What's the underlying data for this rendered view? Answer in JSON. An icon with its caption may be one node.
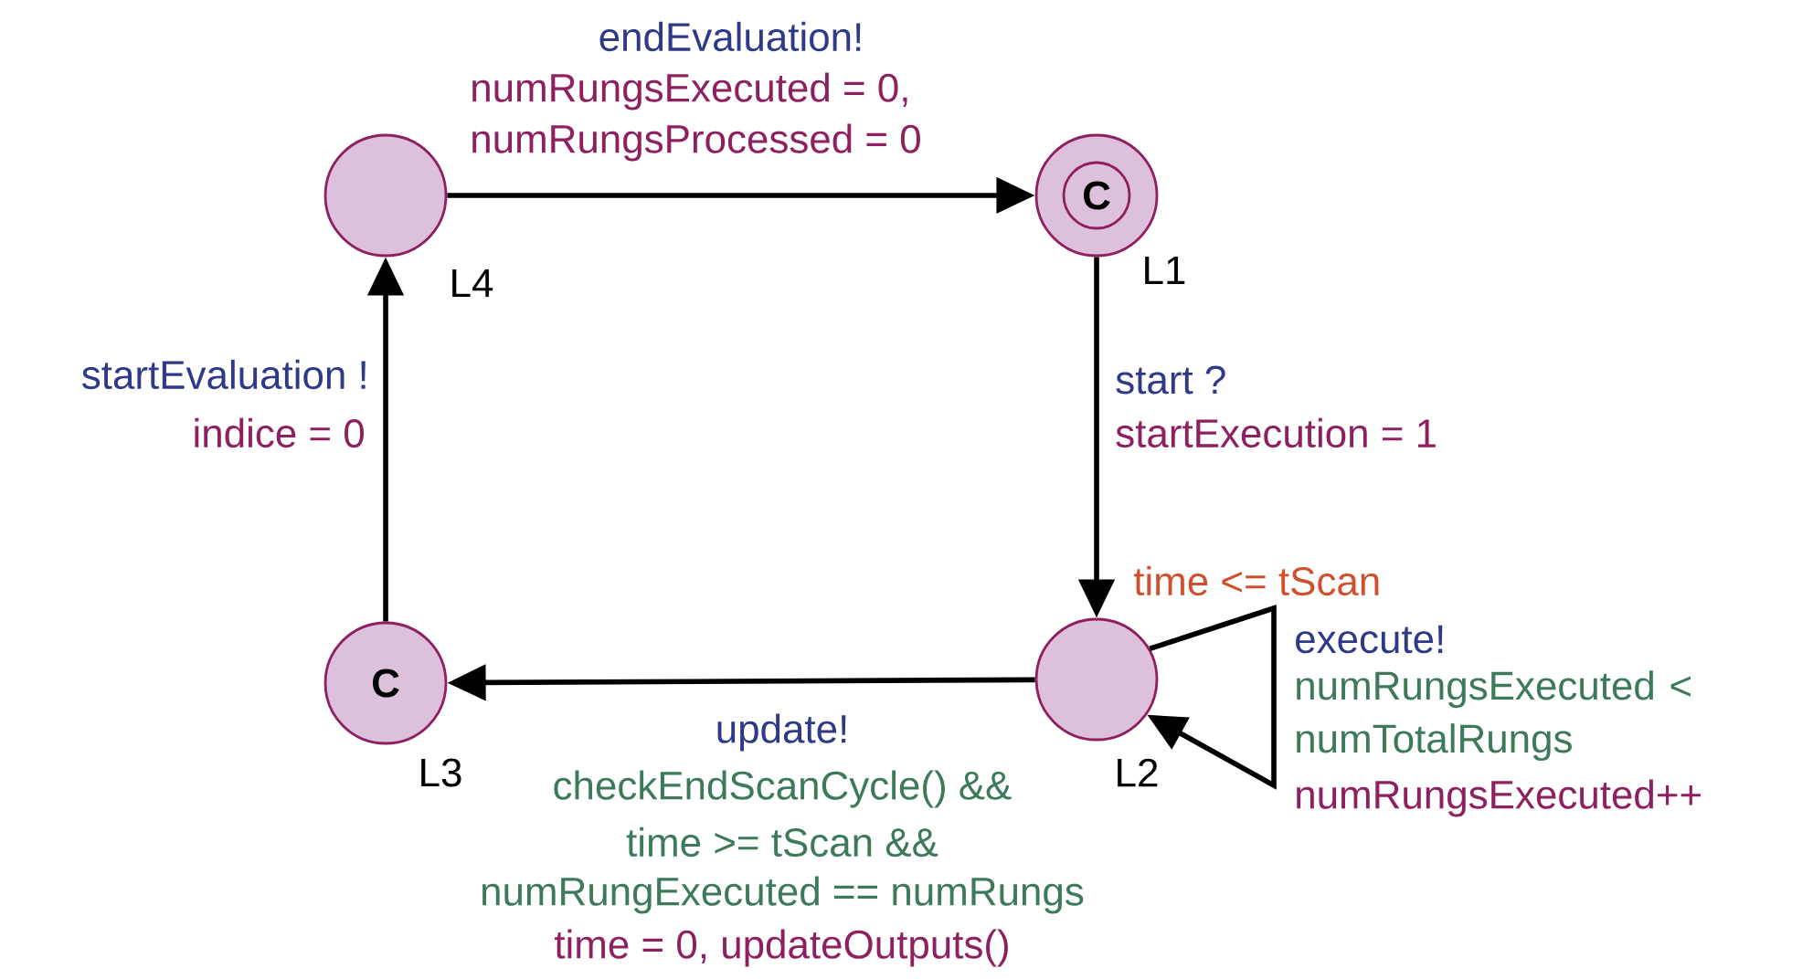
{
  "diagram": {
    "nodes": [
      {
        "text": [],
        "shape": "circle",
        "beside": [
          "L4"
        ]
      },
      {
        "text": [
          "C"
        ],
        "beside": [
          "L1"
        ]
      },
      {
        "text": [],
        "shape": "circle",
        "beside": [
          "L2",
          "time <= tScan"
        ]
      },
      {
        "text": [
          "C"
        ],
        "beside": [
          "L3"
        ]
      }
    ],
    "edges": [
      {
        "from": 0,
        "to": 1,
        "arrow": "to",
        "label": "endEvaluation!"
      },
      {
        "from": 1,
        "to": 2,
        "arrow": "to",
        "label": "start ?"
      },
      {
        "from": 2,
        "to": 2,
        "arrow": "to",
        "label": "execute!"
      },
      {
        "from": 2,
        "to": 3,
        "arrow": "to",
        "label": "update!"
      },
      {
        "from": 3,
        "to": 0,
        "arrow": "to",
        "label": "startEvaluation !"
      }
    ],
    "labels": [
      "numRungsExecuted = 0,",
      "numRungsProcessed = 0",
      "indice = 0",
      "startExecution = 1",
      "numRungsExecuted < numTotalRungs",
      "numRungsExecuted++",
      "checkEndScanCycle() &&",
      "time >= tScan &&",
      "numRungExecuted == numRungs",
      "time = 0, updateOutputs()"
    ]
  }
}
